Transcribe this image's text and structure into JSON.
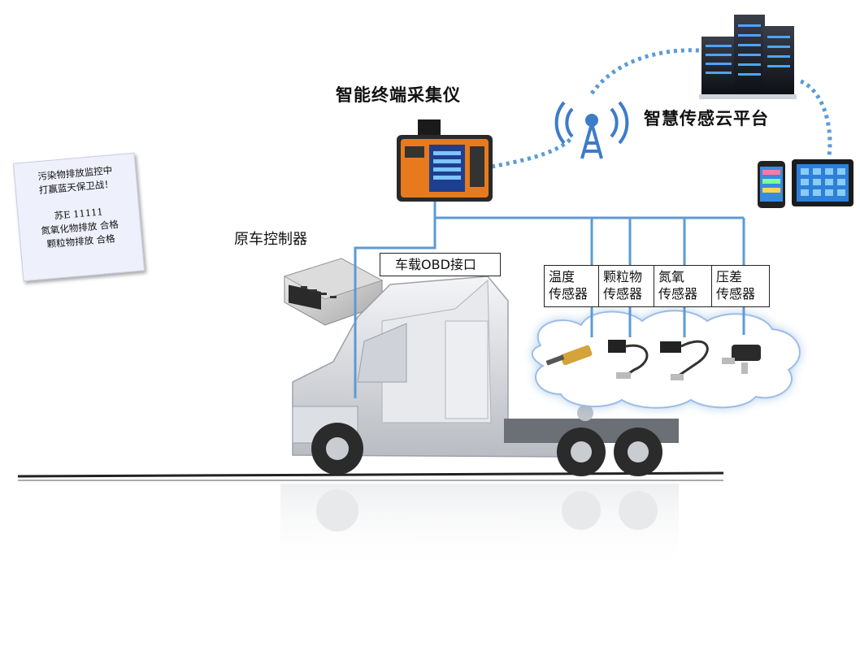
{
  "labels": {
    "terminal": "智能终端采集仪",
    "cloud": "智慧传感云平台",
    "controller": "原车控制器",
    "obd": "车载OBD接口"
  },
  "sensors": [
    {
      "line1": "温度",
      "line2": "传感器"
    },
    {
      "line1": "颗粒物",
      "line2": "传感器"
    },
    {
      "line1": "氮氧",
      "line2": "传感器"
    },
    {
      "line1": "压差",
      "line2": "传感器"
    }
  ],
  "sign": {
    "line1": "污染物排放监控中",
    "line2": "打赢蓝天保卫战！",
    "plate": "苏E 11111",
    "nox": "氮氧化物排放  合格",
    "pm": "颗粒物排放  合格"
  },
  "colors": {
    "line": "#5b9bd5",
    "cloud_edge": "#9dbce6",
    "device_orange": "#e87a1e"
  }
}
